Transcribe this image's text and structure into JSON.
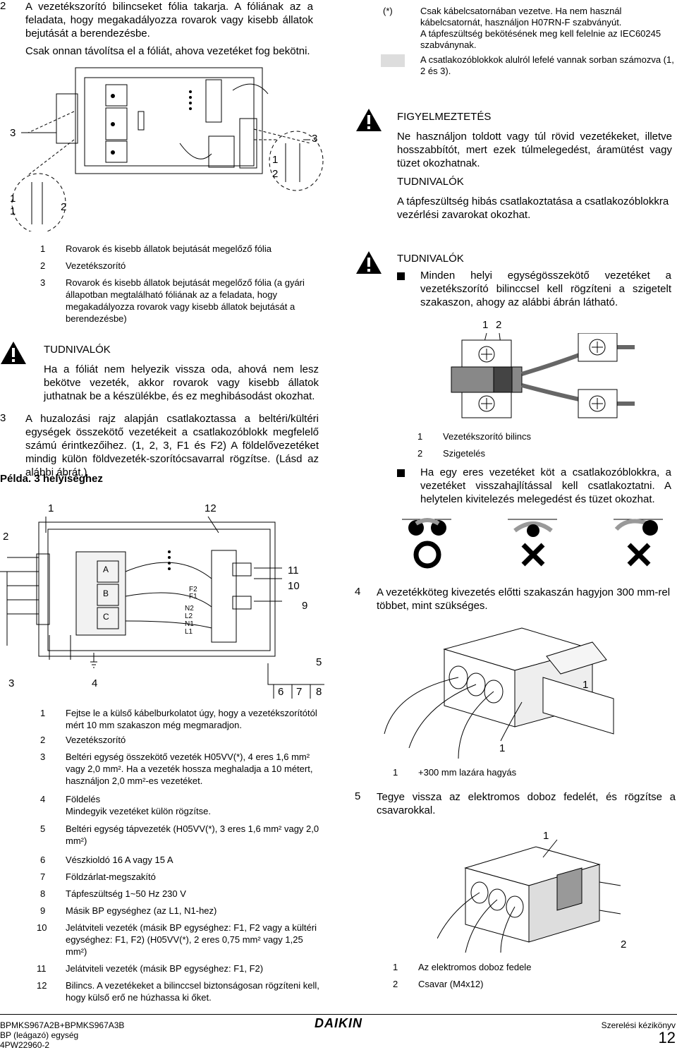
{
  "left_top": {
    "num": "2",
    "text1": "A vezetékszorító bilincseket fólia takarja. A fóliának az a feladata, hogy megakadályozza rovarok vagy kisebb állatok bejutását a berendezésbe.",
    "text2": "Csak onnan távolítsa el a fóliát, ahova vezetéket fog bekötni."
  },
  "right_top": {
    "star": "(*)",
    "note1": "Csak kábelcsatornában vezetve. Ha nem használ kábelcsatornát, használjon H07RN-F szabványút.",
    "note2": "A tápfeszültség bekötésének meg kell felelnie az IEC60245 szabványnak.",
    "note3": "A csatlakozóblokkok alulról lefelé vannak sorban számozva (1, 2 és 3)."
  },
  "warning": {
    "title": "FIGYELMEZTETÉS",
    "text": "Ne használjon toldott vagy túl rövid vezetékeket, illetve hosszabbítót, mert ezek túlmelegedést, áramütést vagy tüzet okozhatnak.",
    "notice_title": "TUDNIVALÓK",
    "notice_text": "A tápfeszültség hibás csatlakoztatása a csatlakozóblokkra vezérlési zavarokat okozhat."
  },
  "diagram1_labels": {
    "a": "3",
    "b": "3",
    "c": "1",
    "d": "1",
    "e": "2",
    "f": "1",
    "g": "2"
  },
  "legend1": [
    {
      "n": "1",
      "t": "Rovarok és kisebb állatok bejutását megelőző fólia"
    },
    {
      "n": "2",
      "t": "Vezetékszorító"
    },
    {
      "n": "3",
      "t": "Rovarok és kisebb állatok bejutását megelőző fólia (a gyári állapotban megtalálható fóliának az a feladata, hogy megakadályozza rovarok vagy kisebb állatok bejutását a berendezésbe)"
    }
  ],
  "notice2": {
    "title": "TUDNIVALÓK",
    "text": "Ha a fóliát nem helyezik vissza oda, ahová nem lesz bekötve vezeték, akkor rovarok vagy kisebb állatok juthatnak be a készülékbe, és ez meghibásodást okozhat."
  },
  "step3": {
    "num": "3",
    "text": "A huzalozási rajz alapján csatlakoztassa a beltéri/kültéri egységek összekötő vezetékeit a csatlakozóblokk megfelelő számú érintkezőihez. (1, 2, 3, F1 és F2) A földelővezetéket mindig külön földvezeték-szorítócsavarral rögzítse. (Lásd az alábbi ábrát.)"
  },
  "example_title": "Példa. 3 helyiséghez",
  "diagram2_labels": {
    "top1": "1",
    "top12": "12",
    "left2": "2",
    "r11": "11",
    "r10": "10",
    "r9": "9",
    "b3": "3",
    "b4": "4",
    "b5": "5",
    "b6": "6",
    "b7": "7",
    "b8": "8",
    "blockA": "A",
    "blockB": "B",
    "blockC": "C",
    "f2": "F2",
    "f1": "F1",
    "n2": "N2",
    "l2": "L2",
    "n1": "N1",
    "l1": "L1"
  },
  "legend2": [
    {
      "n": "1",
      "t": "Fejtse le a külső kábelburkolatot úgy, hogy a vezetékszorítótól mért 10 mm szakaszon még megmaradjon."
    },
    {
      "n": "2",
      "t": "Vezetékszorító"
    },
    {
      "n": "3",
      "t": "Beltéri egység összekötő vezeték H05VV(*), 4 eres 1,6 mm² vagy 2,0 mm². Ha a vezeték hossza meghaladja a 10 métert, használjon 2,0 mm²-es vezetéket."
    },
    {
      "n": "4",
      "t": "Földelés\nMindegyik vezetéket külön rögzítse."
    },
    {
      "n": "5",
      "t": "Beltéri egység tápvezeték (H05VV(*), 3 eres 1,6 mm² vagy 2,0 mm²)"
    },
    {
      "n": "6",
      "t": "Vészkioldó 16 A vagy 15 A"
    },
    {
      "n": "7",
      "t": "Földzárlat-megszakító"
    },
    {
      "n": "8",
      "t": "Tápfeszültség 1~50 Hz 230 V"
    },
    {
      "n": "9",
      "t": "Másik BP egységhez (az L1, N1-hez)"
    },
    {
      "n": "10",
      "t": "Jelátviteli vezeték (másik BP egységhez: F1, F2 vagy a kültéri egységhez: F1, F2) (H05VV(*), 2 eres 0,75 mm² vagy 1,25 mm²)"
    },
    {
      "n": "11",
      "t": "Jelátviteli vezeték (másik BP egységhez: F1, F2)"
    },
    {
      "n": "12",
      "t": "Bilincs. A vezetékeket a bilinccsel biztonságosan rögzíteni kell, hogy külső erő ne húzhassa ki őket."
    }
  ],
  "notice3": {
    "title": "TUDNIVALÓK",
    "bullet": "Minden helyi egységösszekötő vezetéket a vezetékszorító bilinccsel kell rögzíteni a szigetelt szakaszon, ahogy az alábbi ábrán látható."
  },
  "clamp_labels": {
    "one": "1",
    "two": "2"
  },
  "legend3": [
    {
      "n": "1",
      "t": "Vezetékszorító bilincs"
    },
    {
      "n": "2",
      "t": "Szigetelés"
    }
  ],
  "bullet2": "Ha egy eres vezetéket köt a csatlakozóblokkra, a vezetéket visszahajlítással kell csatlakoztatni. A helytelen kivitelezés melegedést és tüzet okozhat.",
  "step4": {
    "num": "4",
    "text": "A vezetékköteg kivezetés előtti szakaszán hagyjon 300 mm-rel többet, mint szükséges."
  },
  "box1_label": "1",
  "box1_label2": "1",
  "legend4": [
    {
      "n": "1",
      "t": "+300 mm lazára hagyás"
    }
  ],
  "step5": {
    "num": "5",
    "text": "Tegye vissza az elektromos doboz fedelét, és rögzítse a csavarokkal."
  },
  "box2_labels": {
    "one": "1",
    "two": "2"
  },
  "legend5": [
    {
      "n": "1",
      "t": "Az elektromos doboz fedele"
    },
    {
      "n": "2",
      "t": "Csavar (M4x12)"
    }
  ],
  "footer": {
    "model": "BPMKS967A2B+BPMKS967A3B",
    "unit": "BP (leágazó) egység",
    "code": "4PW22960-2",
    "brand": "DAIKIN",
    "manual": "Szerelési kézikönyv",
    "page": "12"
  }
}
